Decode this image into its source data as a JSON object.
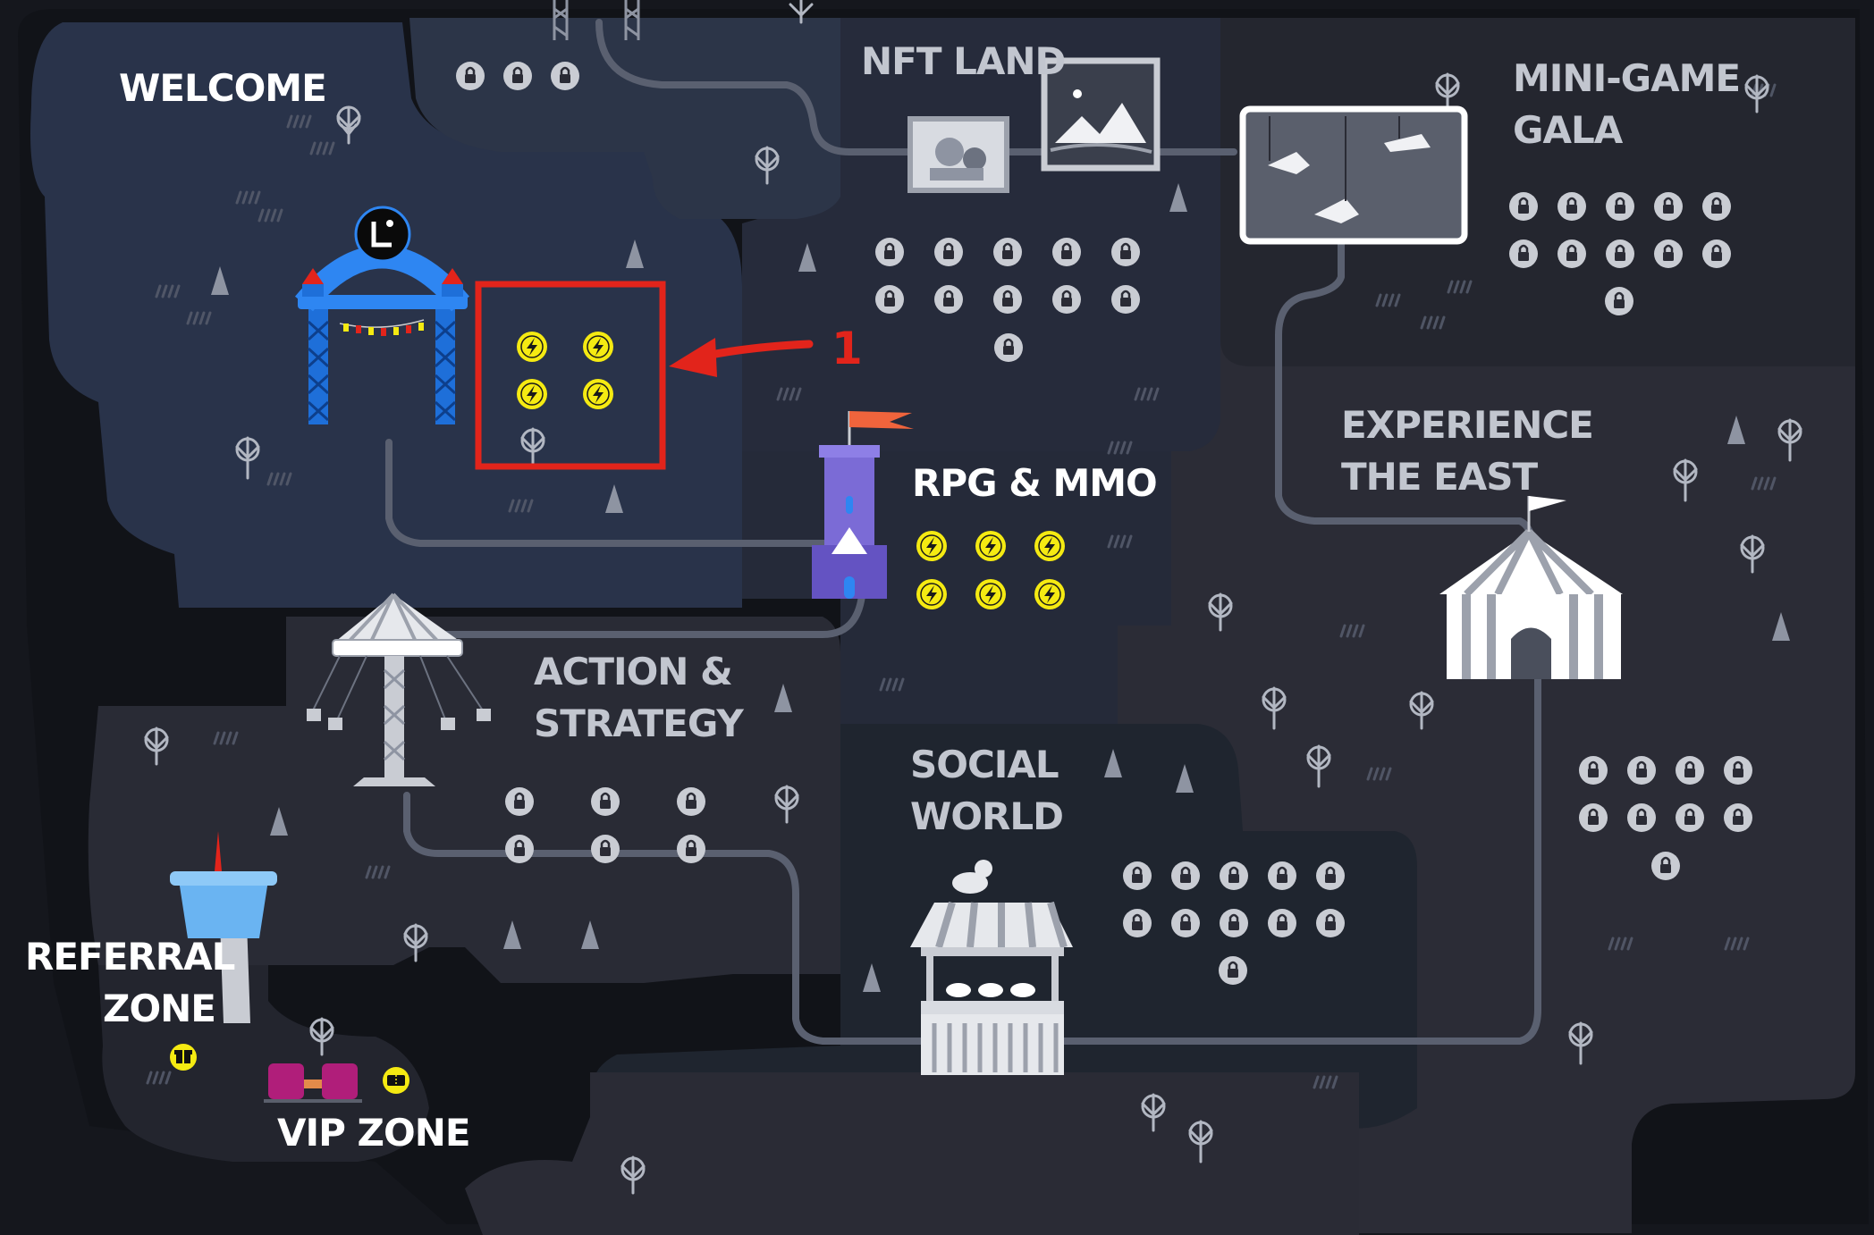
{
  "zones": {
    "welcome": "WELCOME",
    "nft_land": "NFT LAND",
    "mini_game_1": "MINI-GAME",
    "mini_game_2": "GALA",
    "experience_1": "EXPERIENCE",
    "experience_2": "THE EAST",
    "rpg_mmo": "RPG & MMO",
    "action_1": "ACTION &",
    "action_2": "STRATEGY",
    "social_1": "SOCIAL",
    "social_2": "WORLD",
    "referral_1": "REFERRAL",
    "referral_2": "ZONE",
    "vip": "VIP ZONE"
  },
  "annotation": {
    "label": "1",
    "color": "#e2241b"
  },
  "colors": {
    "bg": "#15171d",
    "zone_blue": "#2a3447",
    "zone_mid": "#272b3a",
    "zone_dark": "#2b2c36",
    "zone_darker": "#23252e",
    "path": "#5a6070",
    "active_node": "#f5ea12",
    "locked_node": "#c9ccd3",
    "label": "#ffffff",
    "muted_label": "#c2c6cf",
    "gate_blue": "#1e6fd9"
  },
  "icons": {
    "active": "lightning-bolt-icon",
    "locked": "padlock-icon",
    "tree": "tree-icon",
    "gift": "gift-icon",
    "ticket": "ticket-icon",
    "logo": "l-logo-icon"
  }
}
